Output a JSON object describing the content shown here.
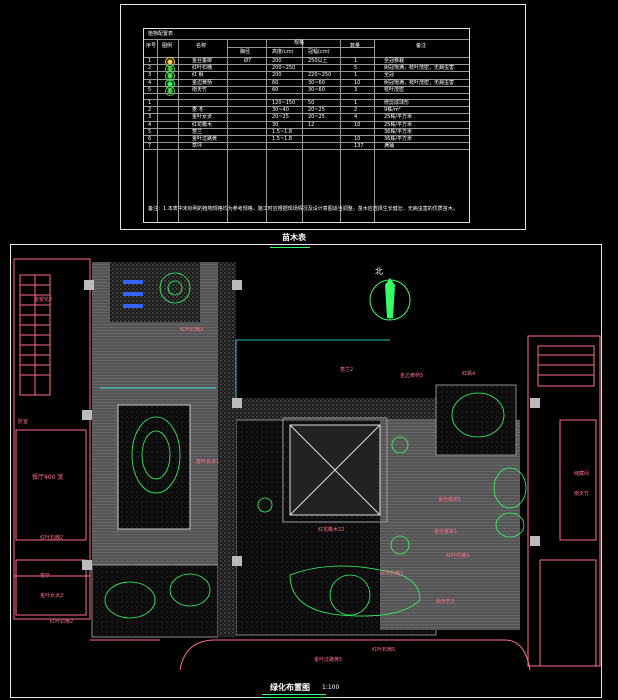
{
  "table": {
    "title": "植物配置表",
    "headers": {
      "no": "序号",
      "icon": "图例",
      "name": "名称",
      "spec_group": "规格",
      "diam": "胸径",
      "height": "高度(cm)",
      "crown": "冠幅(cm)",
      "qty": "数量",
      "note": "备注"
    },
    "trees": [
      {
        "no": "1",
        "name": "金丝垂柳",
        "diam": "Ø7",
        "height": "200",
        "crown": "250以上",
        "qty": "1",
        "note": "全冠移栽"
      },
      {
        "no": "2",
        "name": "红叶石楠",
        "diam": "",
        "height": "200~250",
        "crown": "",
        "qty": "5",
        "note": "树冠饱满，枝叶茂密，无病虫害"
      },
      {
        "no": "3",
        "name": "红 枫",
        "diam": "",
        "height": "200",
        "crown": "220~250",
        "qty": "1",
        "note": "全冠"
      },
      {
        "no": "4",
        "name": "金边黄杨",
        "diam": "",
        "height": "60",
        "crown": "30~60",
        "qty": "10",
        "note": "树冠饱满，枝叶茂密，无病虫害"
      },
      {
        "no": "5",
        "name": "南天竹",
        "diam": "",
        "height": "60",
        "crown": "30~60",
        "qty": "3",
        "note": "枝叶茂密"
      }
    ],
    "shrubs": [
      {
        "no": "1",
        "name": "",
        "height": "120~150",
        "crown": "50",
        "qty": "1",
        "note": "修剪成球形"
      },
      {
        "no": "2",
        "name": "麦 冬",
        "height": "30~40",
        "crown": "20~25",
        "qty": "2",
        "note": "9株/m²"
      },
      {
        "no": "3",
        "name": "金叶女贞",
        "height": "20~25",
        "crown": "20~25",
        "qty": "4",
        "note": "25株/平方米"
      },
      {
        "no": "4",
        "name": "红花檵木",
        "height": "30",
        "crown": "12",
        "qty": "10",
        "note": "25株/平方米"
      },
      {
        "no": "5",
        "name": "葱兰",
        "height": "1.5~1.8",
        "crown": "",
        "qty": "",
        "note": "36株/平方米"
      },
      {
        "no": "6",
        "name": "金叶过路黄",
        "height": "1.5~1.8",
        "crown": "",
        "qty": "10",
        "note": "36株/平方米"
      },
      {
        "no": "7",
        "name": "草坪",
        "height": "",
        "crown": "",
        "qty": "137",
        "note": "满铺"
      }
    ],
    "footnote": "备注：1.本表中未标明的植物规格均为参考规格，施工时应根据现场情况及设计意图适当调整，苗木应选择生长健壮、无病虫害的优质苗木。"
  },
  "table_caption": "苗木表",
  "plan_caption": "绿化布置图",
  "plan_scale": "1:100",
  "north_label": "北",
  "plan_labels": {
    "left": [
      "金银花2",
      "红叶石楠3",
      "金叶女贞1",
      "红叶石楠2",
      "金叶女贞2",
      "红叶石楠2"
    ],
    "center": [
      "葱兰2",
      "金边黄杨5",
      "红花檵木22",
      "金丝垂柳1",
      "红叶石楠3",
      "红叶石楠5",
      "金叶过路黄5"
    ],
    "right": [
      "红枫4",
      "金丝垂柳1",
      "红叶石楠3",
      "南天竹3"
    ],
    "building": [
      "卧室",
      "客厅",
      "储藏间",
      "南天竹"
    ],
    "room": "餐厅400 宽"
  },
  "colors": {
    "frame": "#e8e8e8",
    "pink": "#ff6b8a",
    "green": "#33ff66",
    "grey": "#8c8c8c",
    "cyan": "#33ffff"
  }
}
